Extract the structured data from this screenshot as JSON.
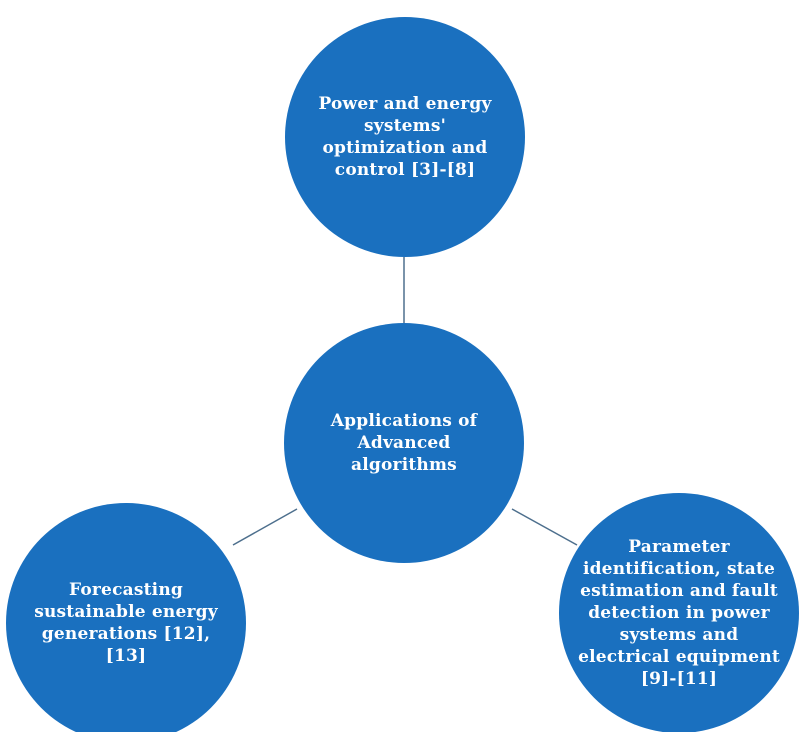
{
  "colors": {
    "node_fill": "#1a70bf",
    "line": "#4d6f8d",
    "text": "#ffffff"
  },
  "nodes": {
    "center": {
      "label": "Applications of Advanced algorithms"
    },
    "top": {
      "label": "Power and energy systems' optimization and control [3]-[8]"
    },
    "left": {
      "label": "Forecasting sustainable energy generations [12], [13]"
    },
    "right": {
      "label": "Parameter identification, state estimation and fault detection in power systems and electrical equipment [9]-[11]"
    }
  }
}
